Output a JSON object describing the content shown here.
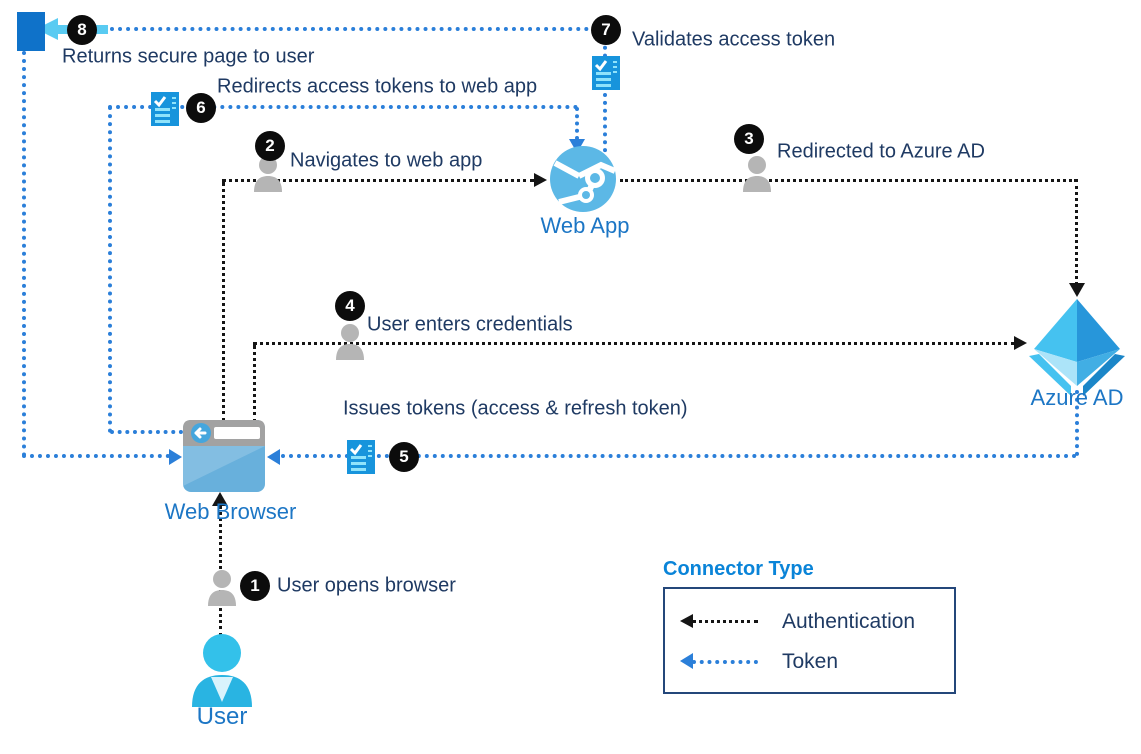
{
  "nodes": {
    "user": {
      "label": "User"
    },
    "browser": {
      "label": "Web Browser"
    },
    "webapp": {
      "label": "Web App"
    },
    "azuread": {
      "label": "Azure AD"
    }
  },
  "steps": [
    {
      "num": "1",
      "label": "User opens browser"
    },
    {
      "num": "2",
      "label": "Navigates to web app"
    },
    {
      "num": "3",
      "label": "Redirected to Azure AD"
    },
    {
      "num": "4",
      "label": "User enters credentials"
    },
    {
      "num": "5",
      "label": "Issues tokens (access & refresh token)"
    },
    {
      "num": "6",
      "label": "Redirects access tokens to web app"
    },
    {
      "num": "7",
      "label": "Validates access token"
    },
    {
      "num": "8",
      "label": "Returns secure page to user"
    }
  ],
  "legend": {
    "title": "Connector Type",
    "items": [
      {
        "label": "Authentication",
        "color": "#151515",
        "style": "black-dotted-arrow"
      },
      {
        "label": "Token",
        "color": "#2b7fd9",
        "style": "blue-dotted-arrow"
      }
    ]
  },
  "icons": {
    "secure_page": "secure-page-icon",
    "token_document": "token-document-icon",
    "person": "person-icon"
  },
  "colors": {
    "authentication_line": "#151515",
    "token_line": "#2b7fd9",
    "step_text": "#1f3a63",
    "node_label": "#1c76c5",
    "legend_title": "#0a84d8"
  }
}
